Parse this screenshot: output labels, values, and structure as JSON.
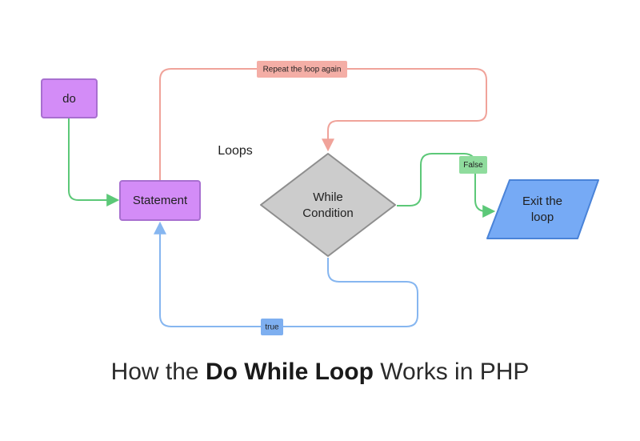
{
  "nodes": {
    "do": "do",
    "statement": "Statement",
    "condition_line1": "While",
    "condition_line2": "Condition",
    "exit_line1": "Exit the",
    "exit_line2": "loop"
  },
  "edges": {
    "repeat": "Repeat the loop again",
    "false": "False",
    "true": "true"
  },
  "section_label": "Loops",
  "caption": {
    "prefix": "How the ",
    "emphasis": "Do While Loop",
    "suffix": " Works in PHP"
  },
  "colors": {
    "purple_fill": "#d38cf7",
    "purple_stroke": "#a86fd0",
    "gray_fill": "#cccccc",
    "gray_stroke": "#8e8e8e",
    "blue_fill": "#76aaf5",
    "blue_stroke": "#4a83d8",
    "green": "#5cc878",
    "salmon": "#f0a39a",
    "light_blue": "#86b6f0"
  }
}
